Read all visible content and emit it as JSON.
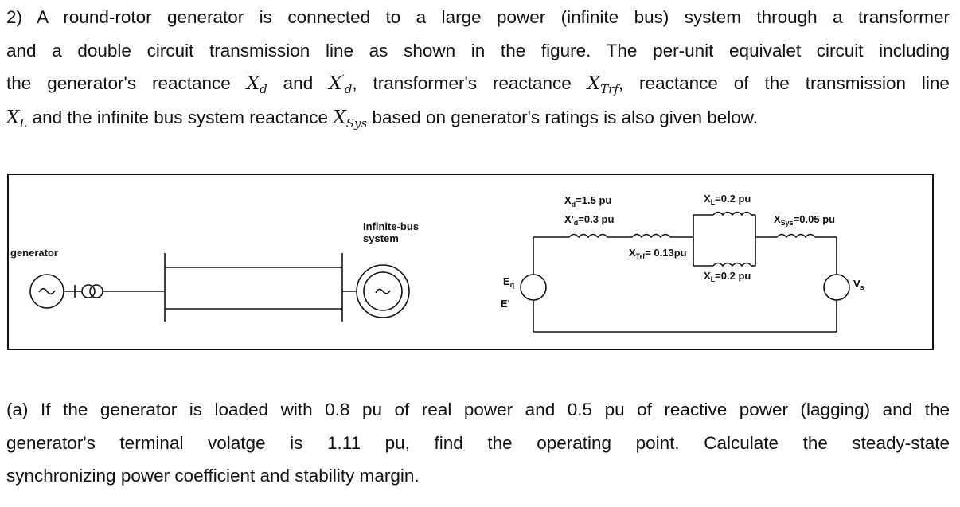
{
  "question": {
    "intro": {
      "l1": "2) A round-rotor generator is connected to a large power (infinite bus) system through a transformer",
      "l2": "and a double circuit transmission line as shown in the figure. The per-unit equivalet circuit including",
      "l3a": "the generator's reactance",
      "l3b": "and",
      "l3c": ", transformer's reactance",
      "l3d": ", reactance of the transmission line",
      "l4b": "and the infinite bus system reactance",
      "l4c": "based on generator's ratings is also given below."
    },
    "math": {
      "X": "X",
      "d": "d",
      "prime": "′",
      "Trf": "Trf",
      "L": "L",
      "Sys": "Sys"
    },
    "part_a": {
      "l1": "(a) If the generator is loaded with 0.8 pu of real power and 0.5 pu of reactive power (lagging) and the",
      "l2": "generator's terminal volatge is 1.11 pu, find the operating point. Calculate the steady-state",
      "l3": "synchronizing power coefficient and stability margin."
    }
  },
  "figure": {
    "generator_label": "generator",
    "infinite_bus_label_1": "Infinite-bus",
    "infinite_bus_label_2": "system",
    "eq_label": "E",
    "eq_sub": "q",
    "e_prime_label": "E'",
    "xd_label": "X",
    "xd_sub": "d",
    "xd_value": "=1.5 pu",
    "xdp_label": "X'",
    "xdp_sub": "d",
    "xdp_value": "=0.3 pu",
    "xtrf_label": "X",
    "xtrf_sub": "Trf",
    "xtrf_value": "= 0.13pu",
    "xl_top_label": "X",
    "xl_top_sub": "L",
    "xl_top_value": "=0.2 pu",
    "xl_bot_label": "X",
    "xl_bot_sub": "L",
    "xl_bot_value": "=0.2 pu",
    "xsys_label": "X",
    "xsys_sub": "Sys",
    "xsys_value": "=0.05 pu",
    "vs_label": "V",
    "vs_sub": "s"
  }
}
